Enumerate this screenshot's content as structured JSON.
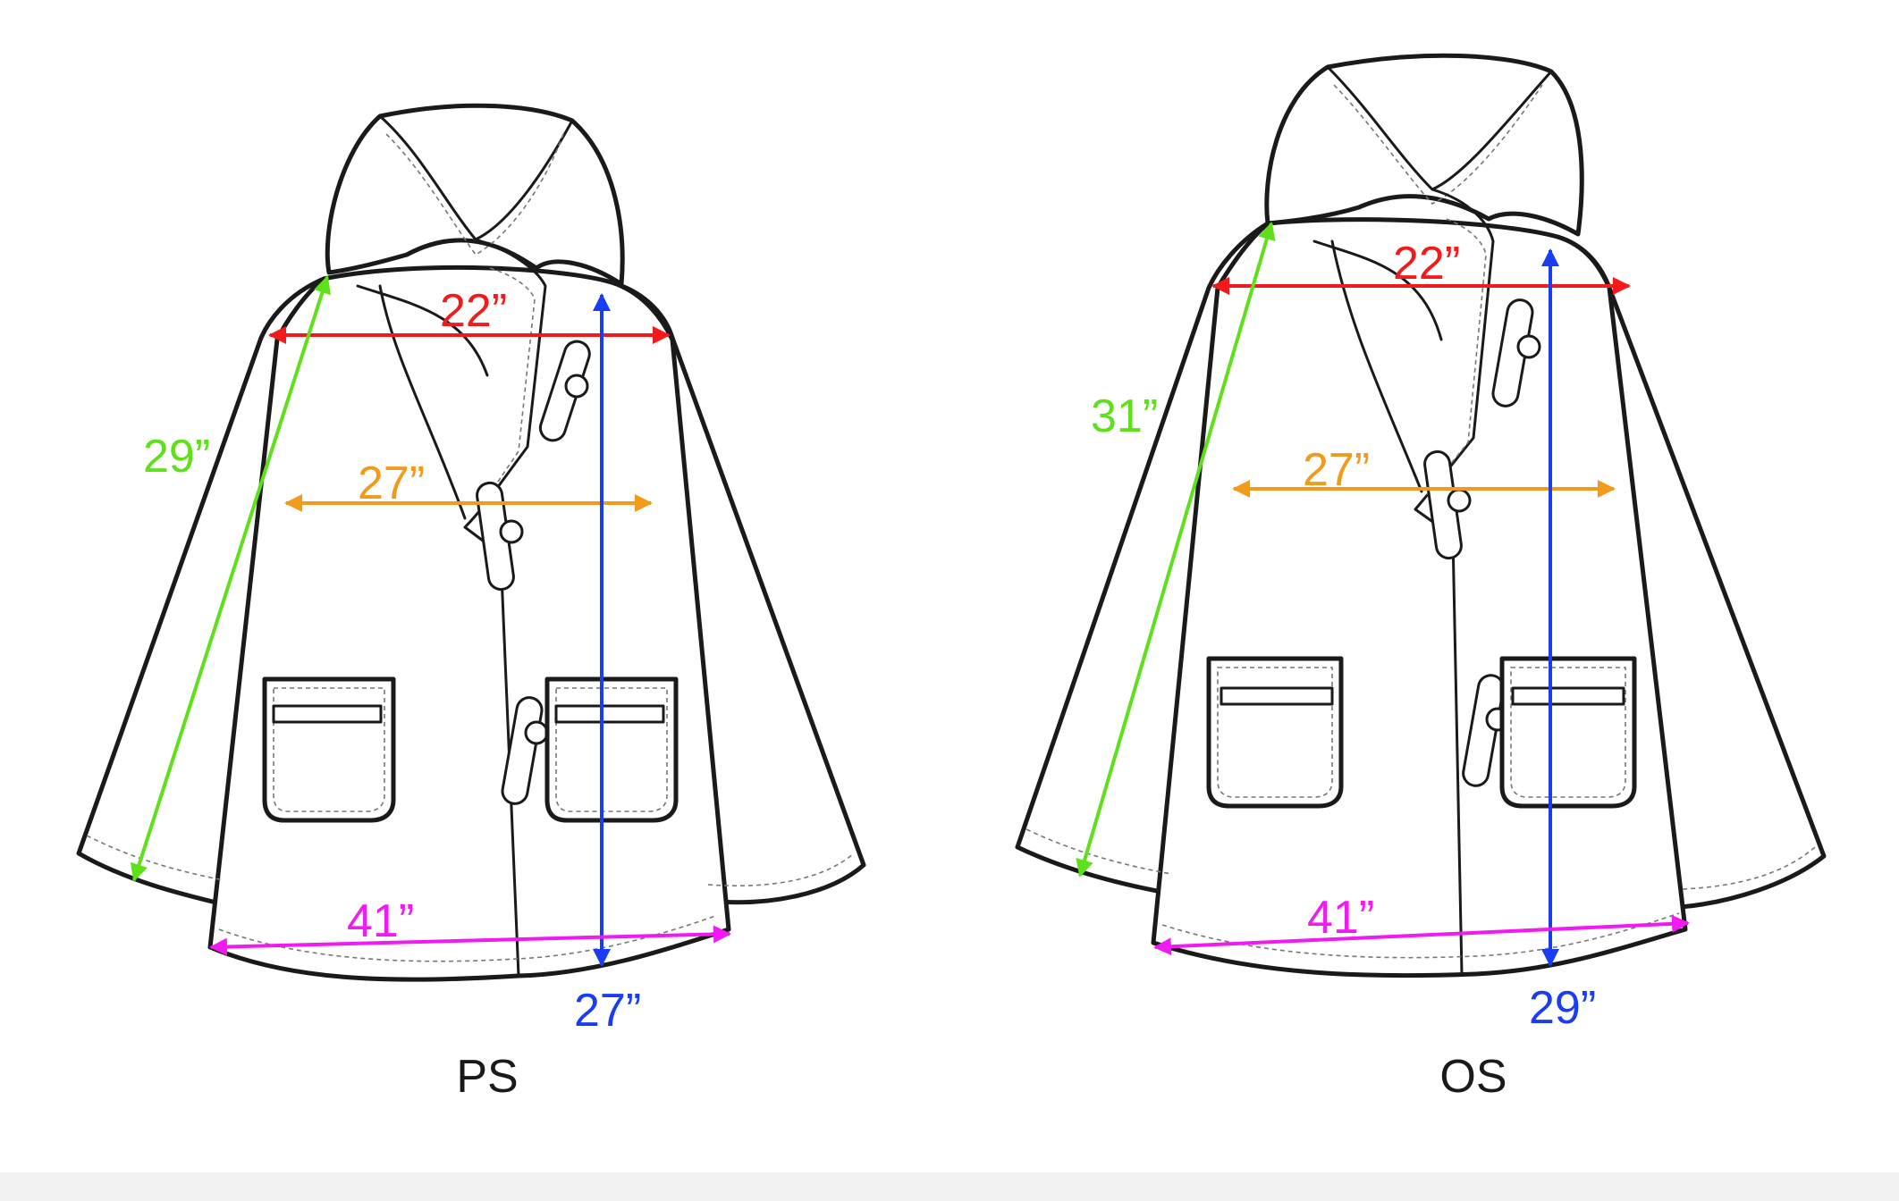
{
  "colors": {
    "width": "#f21a1a",
    "body": "#f29a1a",
    "length_back": "#1a3cf2",
    "sleeve": "#5ee01a",
    "hem": "#f21af2",
    "line": "#1a1a1a"
  },
  "coats": [
    {
      "size": "PS",
      "measurements": {
        "shoulder_width": "22”",
        "chest_width": "27”",
        "sleeve_length": "29”",
        "hem_width": "41”",
        "body_length": "27”"
      }
    },
    {
      "size": "OS",
      "measurements": {
        "shoulder_width": "22”",
        "chest_width": "27”",
        "sleeve_length": "31”",
        "hem_width": "41”",
        "body_length": "29”"
      }
    }
  ]
}
